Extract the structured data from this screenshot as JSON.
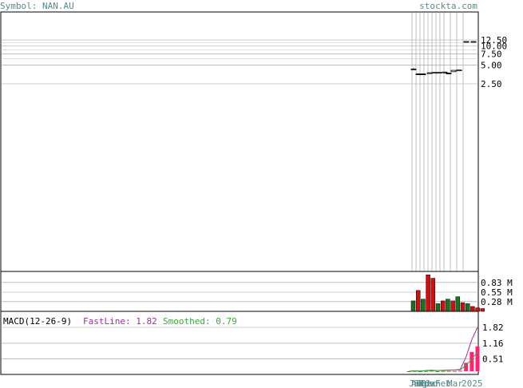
{
  "header": {
    "symbol_label": "Symbol: NAN.AU",
    "site_label": "stockta.com"
  },
  "colors": {
    "header_text": "#5a8a8a",
    "up_volume": "#1e6f1e",
    "down_volume": "#cc1111",
    "macd_fast": "#993399",
    "macd_smoothed": "#33aa33",
    "macd_histogram": "#ff2277",
    "grid": "#999999",
    "frame": "#000000"
  },
  "chart_data": [
    {
      "type": "candlestick",
      "panel": "price",
      "y_ticks": [
        "12.50",
        "10.00",
        "7.50",
        "5.00",
        "2.50"
      ],
      "y_tick_values": [
        12.5,
        10.0,
        7.5,
        5.0,
        2.5
      ],
      "x_tick_labels": [
        "Jul",
        "Aug",
        "Sep",
        "Oct",
        "Nov",
        "Dec",
        "Jan",
        "Feb",
        "Mar"
      ],
      "x_tick_labels_visible": "Jul Aug Sep Oct Nov Dec Jan Feb Mar 2025 (overlapping at axis end)",
      "grid": true,
      "candles": [
        {
          "o": 4.3,
          "h": 4.45,
          "l": 4.15,
          "c": 4.3
        },
        {
          "o": 3.6,
          "h": 3.65,
          "l": 3.5,
          "c": 3.55
        },
        {
          "o": 3.6,
          "h": 3.65,
          "l": 3.5,
          "c": 3.55
        },
        {
          "o": 3.75,
          "h": 3.8,
          "l": 3.7,
          "c": 3.75
        },
        {
          "o": 3.8,
          "h": 3.85,
          "l": 3.75,
          "c": 3.8
        },
        {
          "o": 3.8,
          "h": 3.85,
          "l": 3.75,
          "c": 3.8
        },
        {
          "o": 3.75,
          "h": 3.9,
          "l": 3.65,
          "c": 3.85
        },
        {
          "o": 3.7,
          "h": 3.75,
          "l": 3.6,
          "c": 3.65
        },
        {
          "o": 3.9,
          "h": 4.1,
          "l": 3.9,
          "c": 4.1
        },
        {
          "o": 4.1,
          "h": 4.15,
          "l": 4.1,
          "c": 4.15
        },
        {
          "o": 11.8,
          "h": 11.9,
          "l": 11.7,
          "c": 11.8
        },
        {
          "o": 11.8,
          "h": 11.9,
          "l": 11.7,
          "c": 11.8
        }
      ]
    },
    {
      "type": "bar",
      "panel": "volume",
      "y_ticks": [
        "0.83 M",
        "0.55 M",
        "0.28 M"
      ],
      "y_tick_values": [
        0.83,
        0.55,
        0.28
      ],
      "values": [
        0.3,
        0.6,
        0.35,
        1.05,
        0.95,
        0.22,
        0.3,
        0.35,
        0.3,
        0.42,
        0.25,
        0.22,
        0.14,
        0.1,
        0.08
      ],
      "up": [
        true,
        false,
        true,
        false,
        false,
        true,
        false,
        true,
        false,
        true,
        false,
        true,
        false,
        false,
        false
      ]
    },
    {
      "type": "line",
      "panel": "macd",
      "title": "MACD(12-26-9)",
      "fastline_label": "FastLine: 1.82",
      "smoothed_label": "Smoothed: 0.79",
      "y_ticks": [
        "1.82",
        "1.16",
        "0.51"
      ],
      "y_tick_values": [
        1.82,
        1.16,
        0.51
      ],
      "series": [
        {
          "values": [
            0.0,
            0.02,
            0.01,
            0.03,
            0.04,
            0.03,
            0.04,
            0.05,
            0.06,
            0.08,
            0.6,
            1.3,
            1.82
          ]
        },
        {
          "values": [
            0.0,
            0.01,
            0.01,
            0.02,
            0.02,
            0.03,
            0.03,
            0.04,
            0.05,
            0.06,
            0.25,
            0.5,
            0.79
          ]
        }
      ],
      "histogram": [
        0.0,
        0.01,
        0.0,
        0.01,
        0.02,
        0.0,
        0.01,
        0.01,
        0.01,
        0.02,
        0.35,
        0.8,
        1.03
      ]
    }
  ]
}
